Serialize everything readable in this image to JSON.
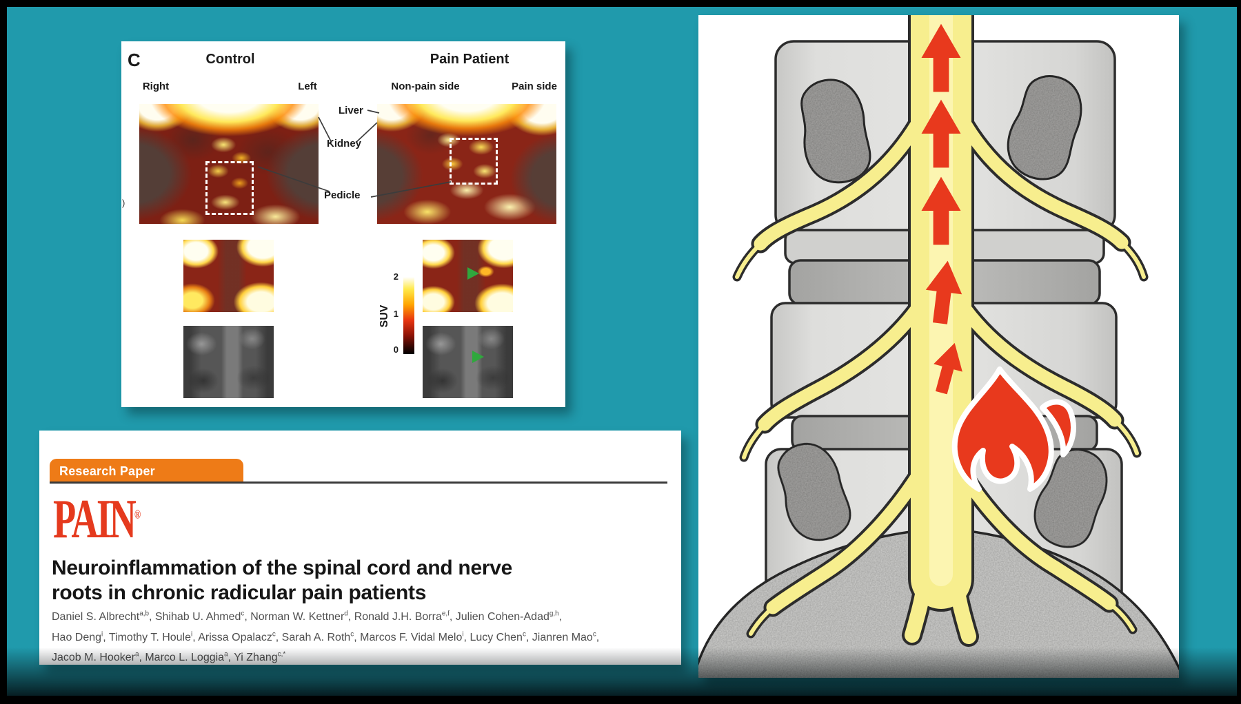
{
  "slide": {
    "background_color": "#209aac",
    "frame_color": "#000000"
  },
  "figure_panel": {
    "panel_label": "C",
    "col_headers": {
      "left": "Control",
      "right": "Pain Patient"
    },
    "side_labels": {
      "outer_left": "Right",
      "inner_left": "Left",
      "inner_right": "Non-pain side",
      "outer_right": "Pain side"
    },
    "anatomy_labels": {
      "liver": "Liver",
      "kidney": "Kidney",
      "pedicle": "Pedicle"
    },
    "cropped_edge_label": ")",
    "colorbar": {
      "label": "SUV",
      "tick_top": "2",
      "tick_mid": "1",
      "tick_bottom": "0"
    },
    "marker_color": "#2fa83d"
  },
  "paper_card": {
    "banner_label": "Research Paper",
    "banner_color": "#ee7b17",
    "journal_logo": "PAIN",
    "journal_logo_mark": "®",
    "journal_logo_color": "#e53a1e",
    "title_line1": "Neuroinflammation of the spinal cord and nerve",
    "title_line2": "roots in chronic radicular pain patients",
    "author_line1": "Daniel S. Albrecht^{a,b}, Shihab U. Ahmed^{c}, Norman W. Kettner^{d}, Ronald J.H. Borra^{e,f}, Julien Cohen-Adad^{g,h},",
    "author_line2": "Hao Deng^{i}, Timothy T. Houle^{i}, Arissa Opalacz^{c}, Sarah A. Roth^{c}, Marcos F. Vidal Melo^{i}, Lucy Chen^{c}, Jianren Mao^{c},",
    "author_line3": "Jacob M. Hooker^{a}, Marco L. Loggia^{a}, Yi Zhang^{c,*}"
  },
  "illustration": {
    "cord_color": "#f7ee8e",
    "arrow_color": "#e8391d",
    "flame_color": "#e8391d",
    "vertebra_color": "#dcdcda",
    "disc_color": "#b5b5b3"
  }
}
